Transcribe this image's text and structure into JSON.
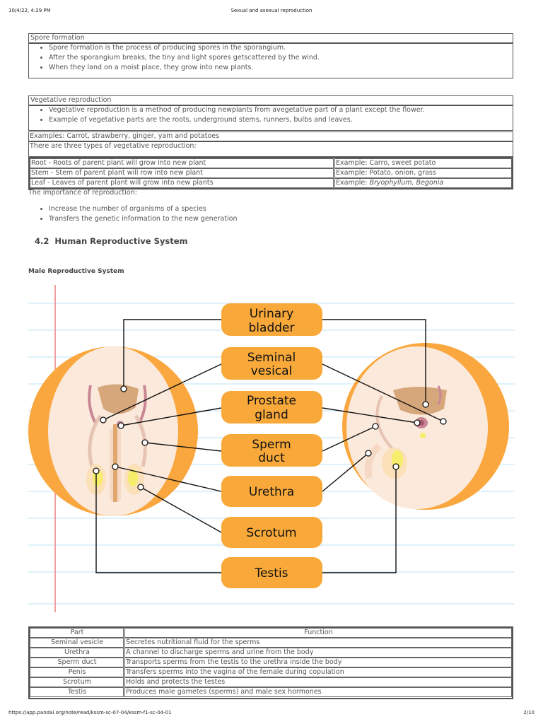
{
  "header": {
    "datetime": "10/4/22, 4:29 PM",
    "title": "Sexual and asexual reproduction"
  },
  "spore": {
    "title": "Spore formation",
    "bullets": [
      "Spore formation is the process of producing spores in the sporangium.",
      "After the sporangium breaks, the tiny and light spores getscattered by the wind.",
      "When they land on a moist place, they grow into new plants."
    ]
  },
  "vegetative": {
    "title": "Vegetative reproduction",
    "bullets": [
      "Vegetative reproduction is a method of producing newplants from avegetative part of a plant except the flower.",
      "Example of vegetative parts are the roots, underground stems, runners, bulbs and leaves."
    ],
    "examples": "Examples: Carrot, strawberry, ginger, yam and potatoes",
    "types_intro": "There are three types of vegetative reproduction:",
    "rows": [
      {
        "part": "Root - Roots of parent plant will grow into new plant",
        "example": "Example: Carro, sweet potato"
      },
      {
        "part": "Stem - Stem of parent plant will row into new plant",
        "example": "Example: Potato, onion, grass"
      },
      {
        "part": "Leaf - Leaves of parent plant will grow into new plants",
        "example_prefix": "Example: ",
        "example_italic": "Bryophyllum, Begonia"
      }
    ]
  },
  "importance": {
    "title": "The importance of reproduction:",
    "bullets": [
      "Increase the number of organisms of a species",
      "Transfers the genetic information to the new generation"
    ]
  },
  "section": {
    "number": "4.2",
    "title": "Human Reproductive System"
  },
  "male_heading": "Male Reproductive System",
  "diagram": {
    "labels": [
      [
        "Urinary",
        "bladder"
      ],
      [
        "Seminal",
        "vesical"
      ],
      [
        "Prostate",
        "gland"
      ],
      [
        "Sperm",
        "duct"
      ],
      [
        "Urethra"
      ],
      [
        "Scrotum"
      ],
      [
        "Testis"
      ]
    ],
    "colors": {
      "label_fill": "#f8a93a",
      "ring": "#f9a73e",
      "body_bg": "#fbe9dc",
      "organ": "#d7a77c",
      "duct": "#c98795",
      "testis": "#f6ee6a",
      "margin_line": "#f0a0a0",
      "rule_line": "#bfe3f6"
    }
  },
  "parts_table": {
    "headers": [
      "Part",
      "Function"
    ],
    "rows": [
      [
        "Seminal vesicle",
        "Secretes nutritional fluid for the sperms"
      ],
      [
        "Urethra",
        "A channel to discharge sperms and urine from the body"
      ],
      [
        "Sperm duct",
        "Transports sperms from the testis to the urethra inside the body"
      ],
      [
        "Penis",
        "Transfers sperms into the vagina of the female during copulation"
      ],
      [
        "Scrotum",
        "Holds and protects the testes"
      ],
      [
        "Testis",
        "Produces male gametes (sperms) and male sex hormones"
      ]
    ]
  },
  "footer": {
    "url": "https://app.pandai.org/note/read/kssm-sc-07-04/kssm-f1-sc-04-01",
    "page": "2/10"
  }
}
